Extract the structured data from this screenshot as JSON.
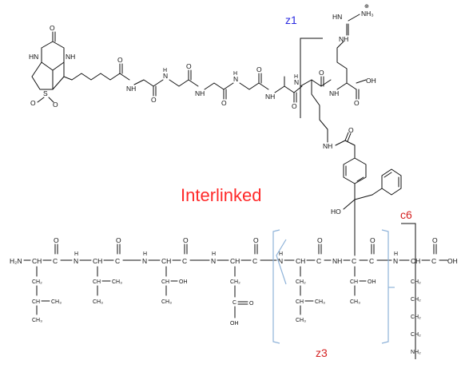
{
  "figure": {
    "title": "Interlinked",
    "title_color": "#ff2a2a",
    "fragment_labels": {
      "z1": {
        "text": "z1",
        "color": "#2a2ae0"
      },
      "z3": {
        "text": "z3",
        "color": "#d42020"
      },
      "c6": {
        "text": "c6",
        "color": "#d42020"
      }
    },
    "bracket_color": "#8fb3d9"
  },
  "atoms": {
    "O": "O",
    "S": "S",
    "HN": "HN",
    "NH": "NH",
    "N": "N",
    "H": "H",
    "NH2": "NH₂",
    "NH3": "NH₃",
    "H2N": "H₂N",
    "OH": "OH",
    "HO": "HO",
    "CH": "CH",
    "C": "C",
    "CH2": "CH₂",
    "CH3": "CH₃",
    "plus": "⊕"
  }
}
